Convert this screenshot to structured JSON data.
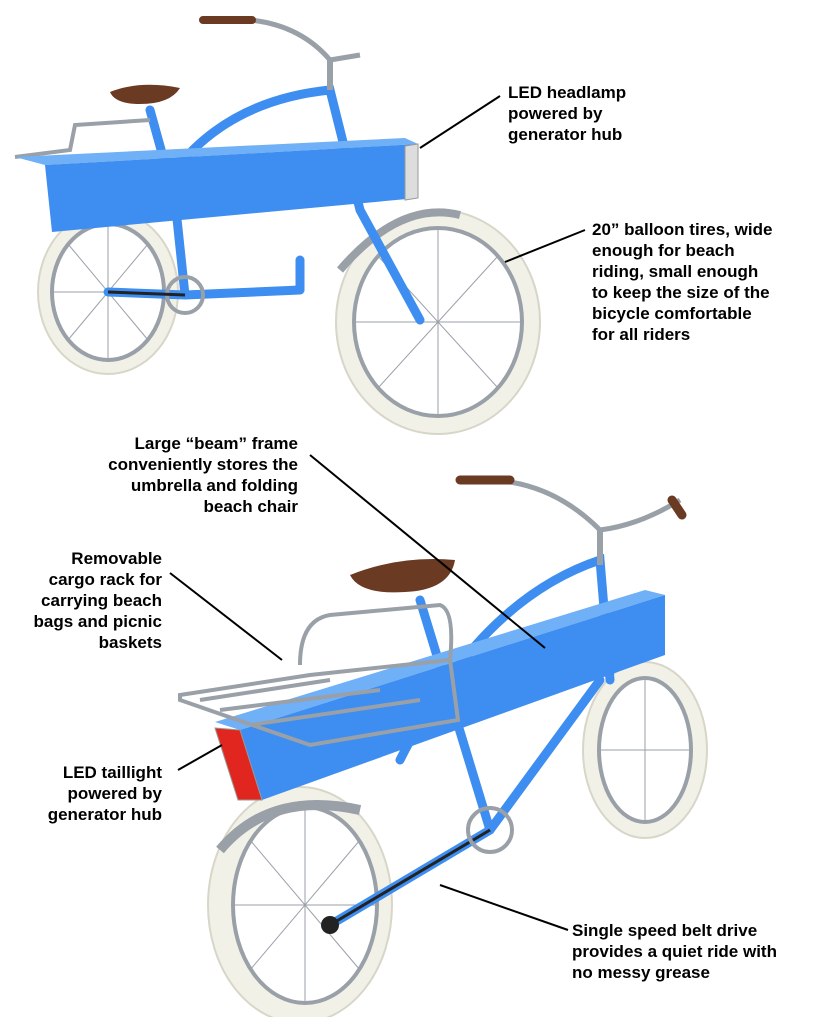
{
  "colors": {
    "frame": "#3d8ef0",
    "frame_dark": "#2f76d6",
    "tire": "#f2f1e8",
    "chrome": "#9aa0a8",
    "leather": "#6b3a22",
    "taillight": "#e0261e"
  },
  "annotations": {
    "headlamp": "LED headlamp\npowered by\ngenerator hub",
    "tires": "20” balloon tires, wide\nenough for beach\nriding, small enough\nto keep the size of the\nbicycle comfortable\nfor all riders",
    "frame": "Large “beam” frame\nconveniently stores the\numbrella and folding\nbeach chair",
    "rack": "Removable\ncargo rack for\ncarrying beach\nbags and picnic\nbaskets",
    "taillight": "LED taillight\npowered by\ngenerator hub",
    "belt": "Single speed belt drive\nprovides a quiet ride with\nno messy grease"
  }
}
